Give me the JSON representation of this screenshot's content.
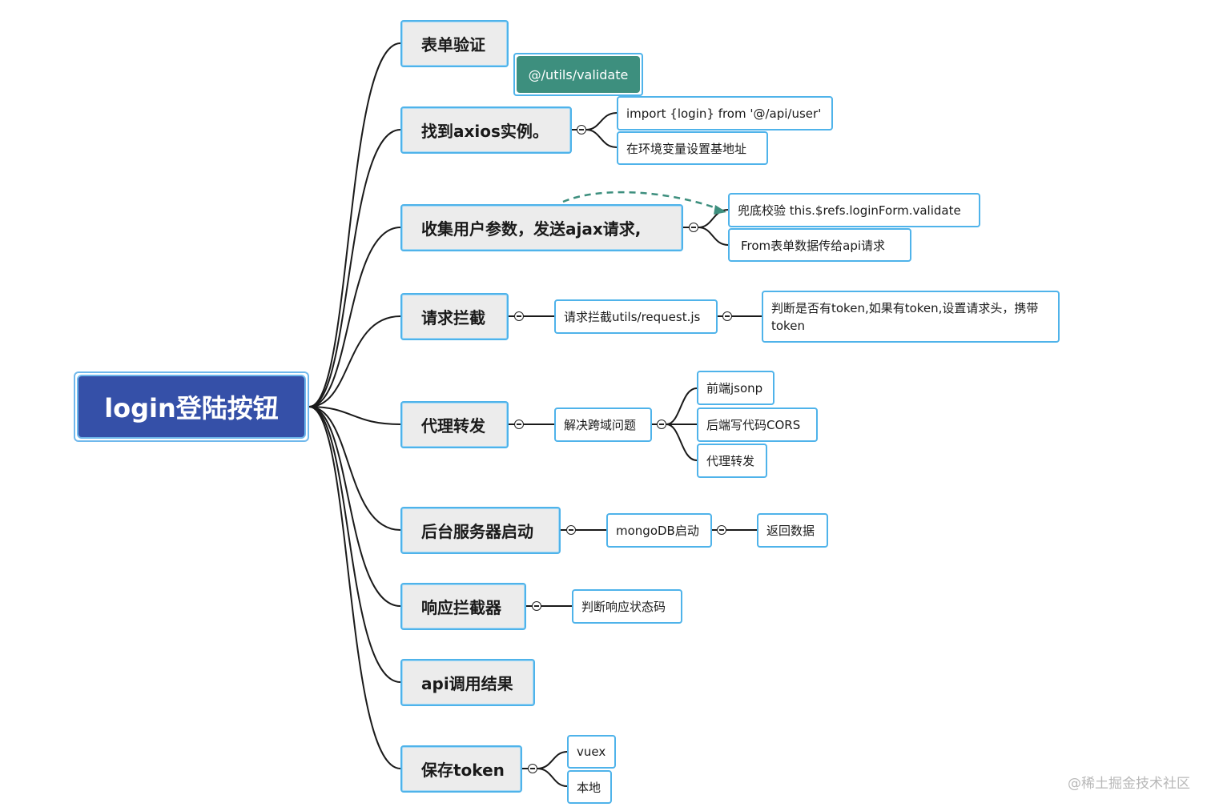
{
  "root": {
    "label": "login登陆按钮"
  },
  "tag": {
    "label": "@/utils/validate",
    "color": "#3d8f7e"
  },
  "branches": {
    "b1": {
      "label": "表单验证"
    },
    "b2": {
      "label": "找到axios实例。",
      "children": [
        "import {login} from '@/api/user'",
        "在环境变量设置基地址"
      ]
    },
    "b3": {
      "label": "收集用户参数，发送ajax请求,",
      "children": [
        "兜底校验 this.$refs.loginForm.validate",
        "From表单数据传给api请求"
      ]
    },
    "b4": {
      "label": "请求拦截",
      "child": "请求拦截utils/request.js",
      "grandchild": "判断是否有token,如果有token,设置请求头，携带token"
    },
    "b5": {
      "label": "代理转发",
      "child": "解决跨域问题",
      "grandchildren": [
        "前端jsonp",
        "后端写代码CORS",
        "代理转发"
      ]
    },
    "b6": {
      "label": "后台服务器启动",
      "child": "mongoDB启动",
      "grandchild": "返回数据"
    },
    "b7": {
      "label": "响应拦截器",
      "child": "判断响应状态码"
    },
    "b8": {
      "label": "api调用结果"
    },
    "b9": {
      "label": "保存token",
      "children": [
        "vuex",
        "本地"
      ]
    }
  },
  "watermark": "@稀土掘金技术社区",
  "colors": {
    "border": "#4fb3ea",
    "root_fill": "#3550a8",
    "branch_fill": "#ececec",
    "line": "#1a1a1a",
    "dashed": "#3d8f7e"
  }
}
